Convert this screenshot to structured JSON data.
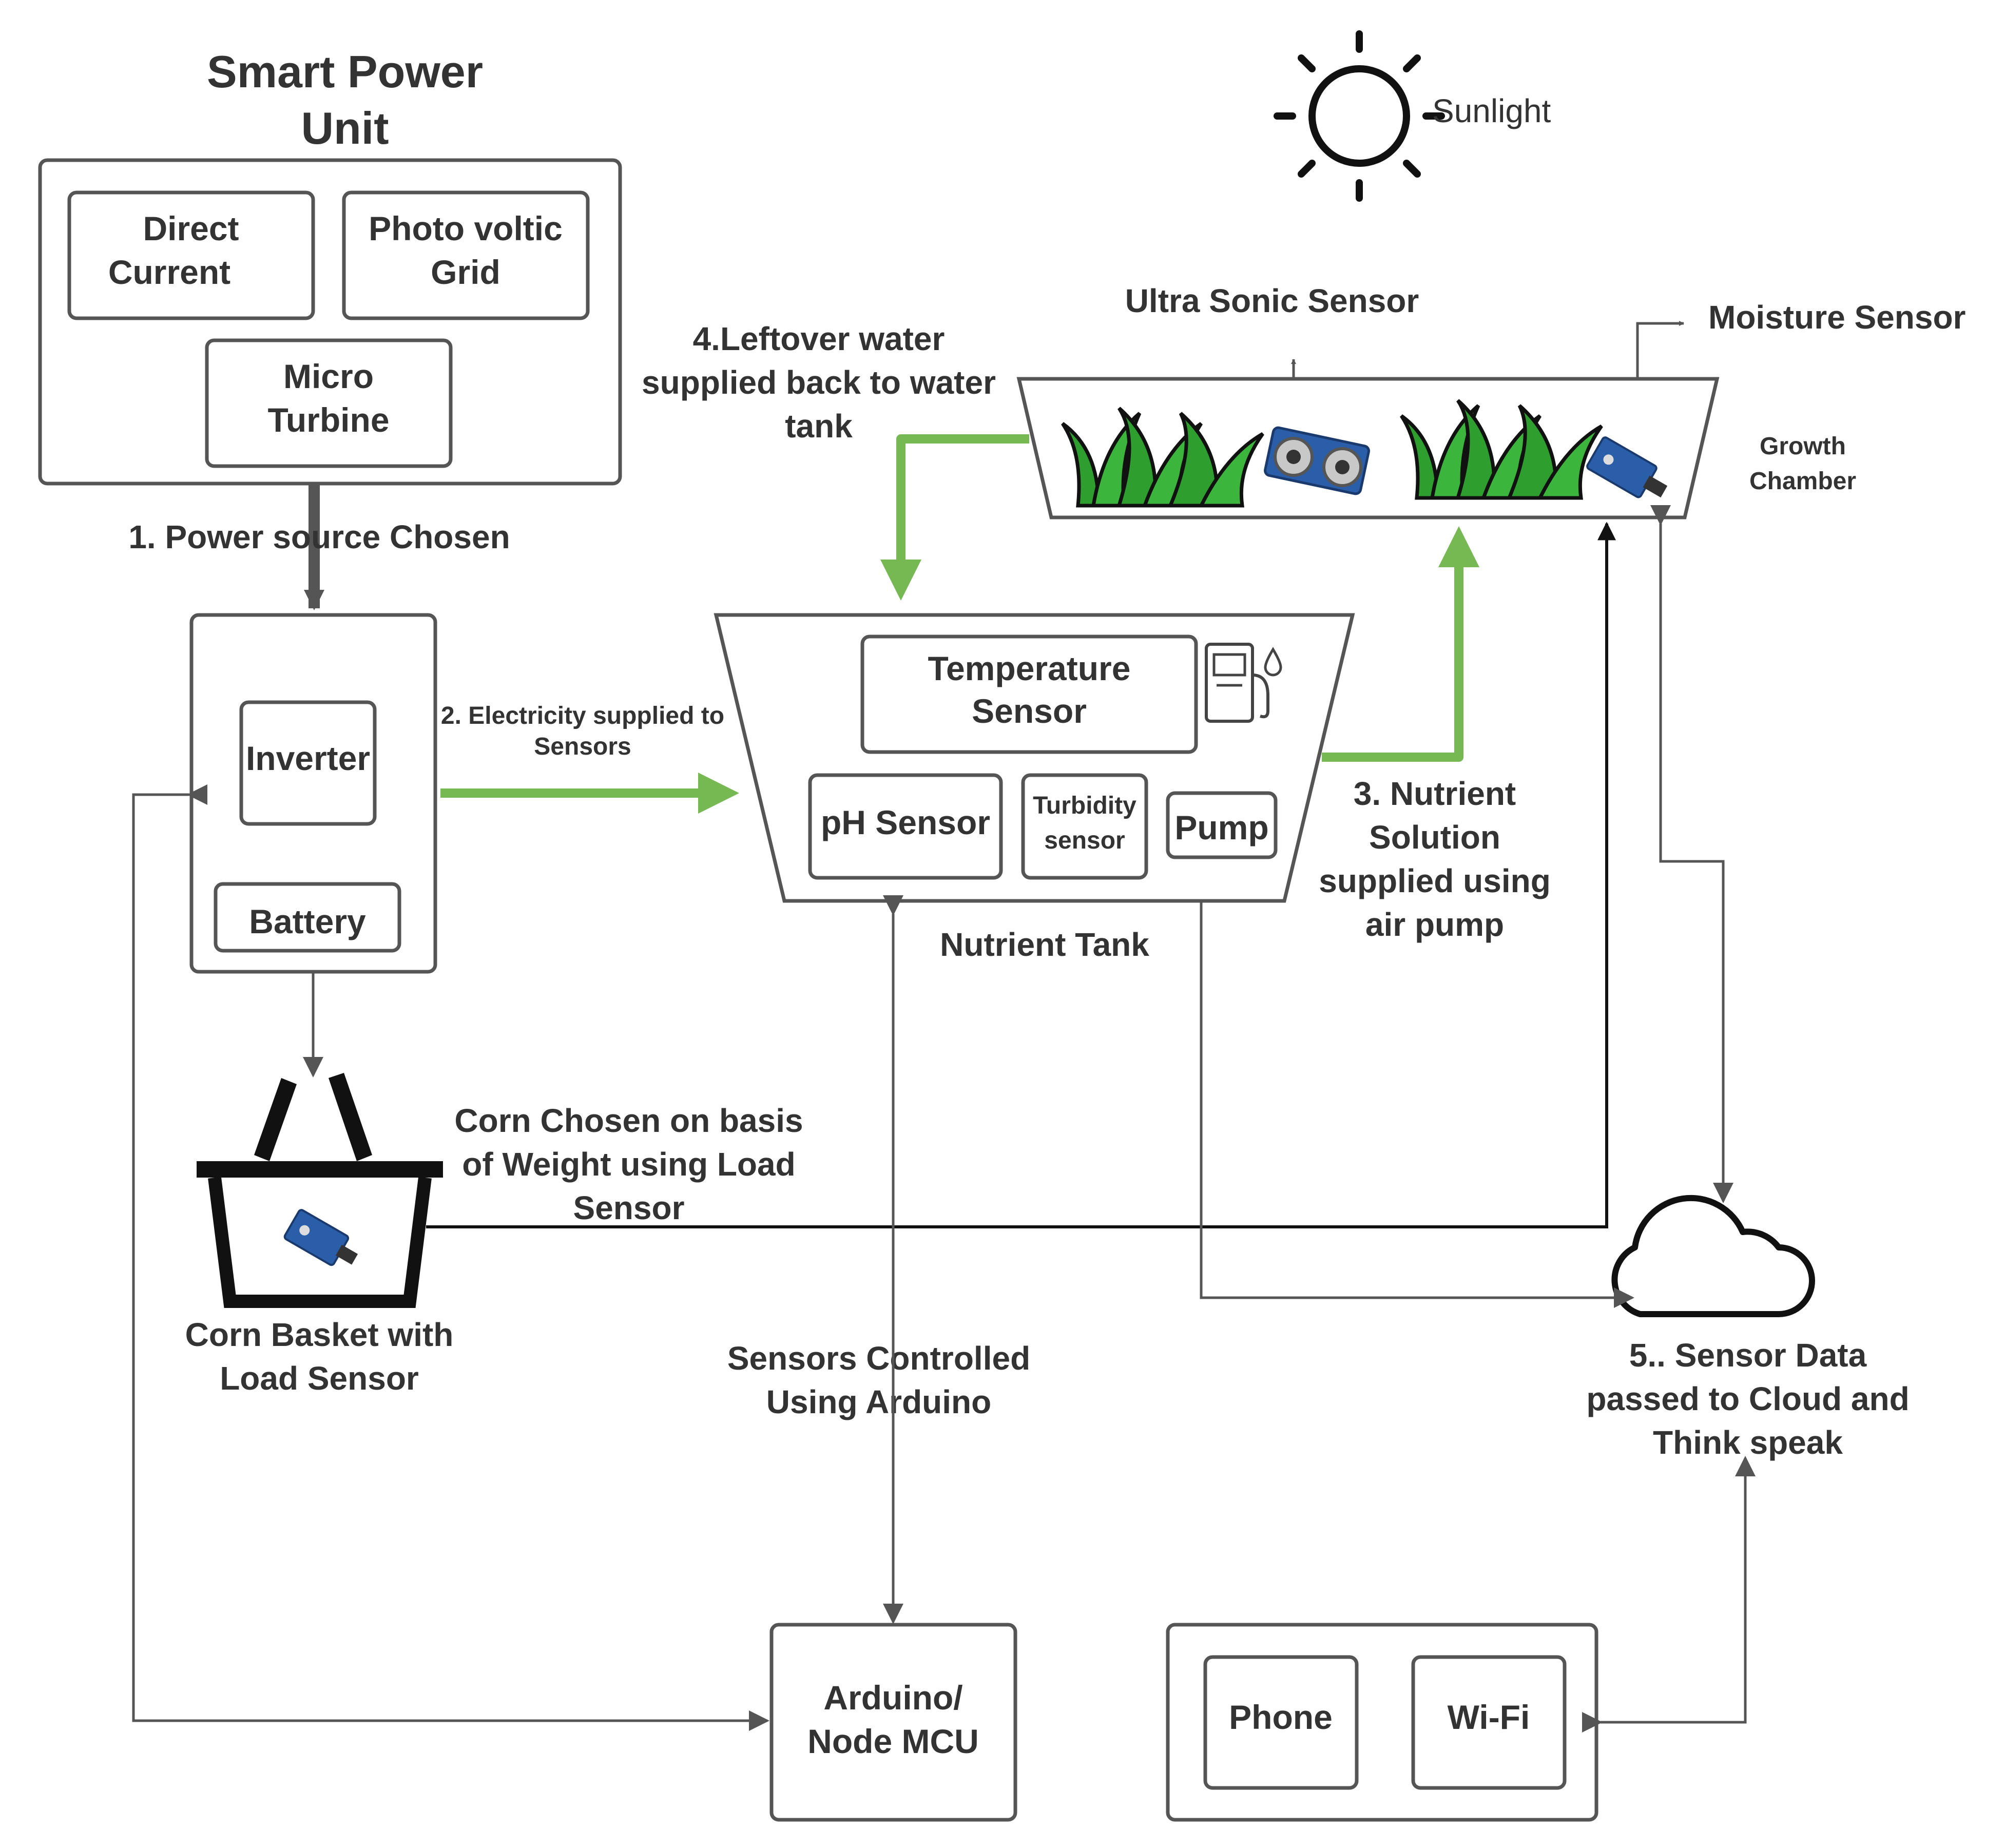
{
  "colors": {
    "green": "#76b852",
    "line": "#555555",
    "dark": "#111111",
    "text": "#333333"
  },
  "power_unit": {
    "title_1": "Smart Power",
    "title_2": "Unit",
    "direct_current_1": "Direct",
    "direct_current_2": "Current",
    "pv_grid_1": "Photo voltic",
    "pv_grid_2": "Grid",
    "micro_turbine_1": "Micro",
    "micro_turbine_2": "Turbine"
  },
  "sun": {
    "label": "Sunlight",
    "icon": "sun-icon"
  },
  "growth_chamber": {
    "ultrasonic": "Ultra Sonic Sensor",
    "moisture": "Moisture Sensor",
    "label_1": "Growth",
    "label_2": "Chamber"
  },
  "steps": {
    "step1": "1. Power source Chosen",
    "step2_1": "2. Electricity  supplied to",
    "step2_2": "Sensors",
    "step3_1": "3. Nutrient",
    "step3_2": "Solution",
    "step3_3": "supplied using",
    "step3_4": "air pump",
    "step4_1": "4.Leftover water",
    "step4_2": "supplied back to water",
    "step4_3": "tank",
    "step5_1": "5.. Sensor Data",
    "step5_2": "passed to  Cloud and",
    "step5_3": "Think speak"
  },
  "inverter_unit": {
    "inverter": "Inverter",
    "battery": "Battery"
  },
  "nutrient_tank": {
    "temp_1": "Temperature",
    "temp_2": "Sensor",
    "ph": "pH Sensor",
    "turbidity_1": "Turbidity",
    "turbidity_2": "sensor",
    "pump": "Pump",
    "label": "Nutrient Tank"
  },
  "corn": {
    "chosen_1": "Corn Chosen on basis",
    "chosen_2": "of Weight  using Load",
    "chosen_3": "Sensor",
    "basket_1": "Corn Basket with",
    "basket_2": "Load Sensor"
  },
  "arduino": {
    "control_1": "Sensors Controlled",
    "control_2": "Using Arduino",
    "box_1": "Arduino/",
    "box_2": "Node MCU"
  },
  "network": {
    "phone": "Phone",
    "wifi": "Wi-Fi"
  }
}
